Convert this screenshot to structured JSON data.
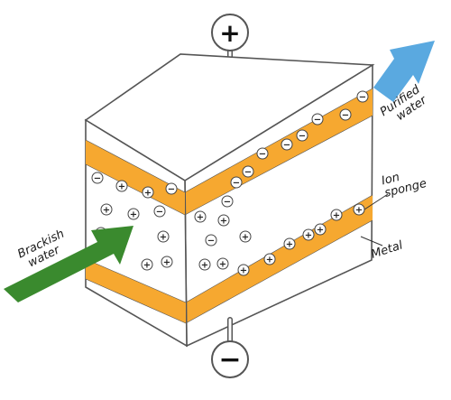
{
  "diagram": {
    "terminals": {
      "positive": {
        "symbol": "+"
      },
      "negative": {
        "symbol": "−"
      }
    },
    "labels": {
      "brackish_line1": "Brackish",
      "brackish_line2": "water",
      "purified_line1": "Purified",
      "purified_line2": "water",
      "ion_line1": "Ion",
      "ion_line2": "sponge",
      "metal": "Metal"
    },
    "ions": {
      "positive_symbol": "+",
      "negative_symbol": "−"
    },
    "colors": {
      "outline": "#555555",
      "box_face": "#ffffff",
      "ion_sponge": "#f6a830",
      "brackish_arrow": "#3a8a2e",
      "purified_arrow": "#5aa9e0",
      "ion_fill": "#ffffff"
    }
  }
}
